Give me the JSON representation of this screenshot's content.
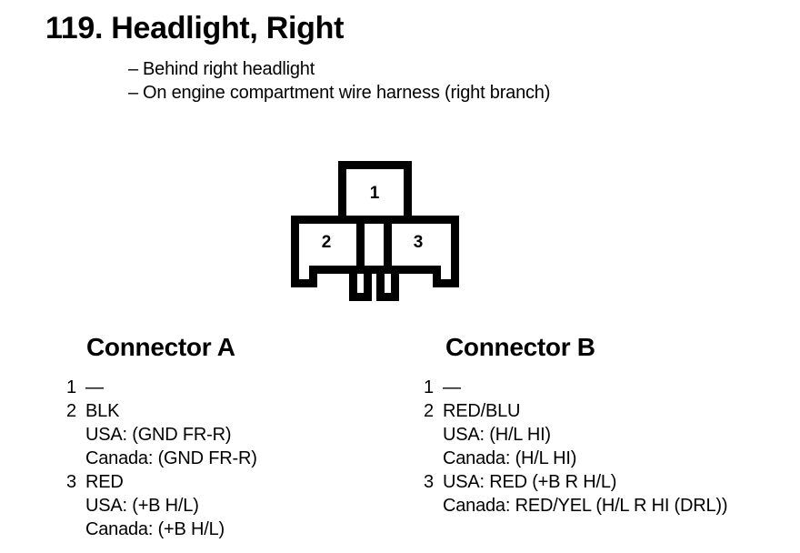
{
  "header": {
    "title": "119.  Headlight, Right",
    "bullets": [
      {
        "dash": "–",
        "text": "Behind right headlight"
      },
      {
        "dash": "–",
        "text": "On engine compartment wire harness (right branch)"
      }
    ]
  },
  "diagram": {
    "name": "3-pin connector face view",
    "line_color": "#000000",
    "fill_color": "#ffffff",
    "pins": [
      {
        "number": "1",
        "position": "top-center"
      },
      {
        "number": "2",
        "position": "bottom-left"
      },
      {
        "number": "3",
        "position": "bottom-right"
      }
    ]
  },
  "connectors": [
    {
      "heading": "Connector A",
      "pins": [
        {
          "index": "1",
          "lines": [
            "—"
          ]
        },
        {
          "index": "2",
          "lines": [
            "BLK",
            "USA: (GND FR-R)",
            "Canada: (GND FR-R)"
          ]
        },
        {
          "index": "3",
          "lines": [
            "RED",
            "USA: (+B H/L)",
            "Canada: (+B H/L)"
          ]
        }
      ]
    },
    {
      "heading": "Connector B",
      "pins": [
        {
          "index": "1",
          "lines": [
            "—"
          ]
        },
        {
          "index": "2",
          "lines": [
            "RED/BLU",
            "USA: (H/L HI)",
            "Canada: (H/L HI)"
          ]
        },
        {
          "index": "3",
          "lines": [
            "USA: RED (+B R H/L)",
            "Canada: RED/YEL (H/L R HI (DRL))"
          ]
        }
      ]
    }
  ]
}
